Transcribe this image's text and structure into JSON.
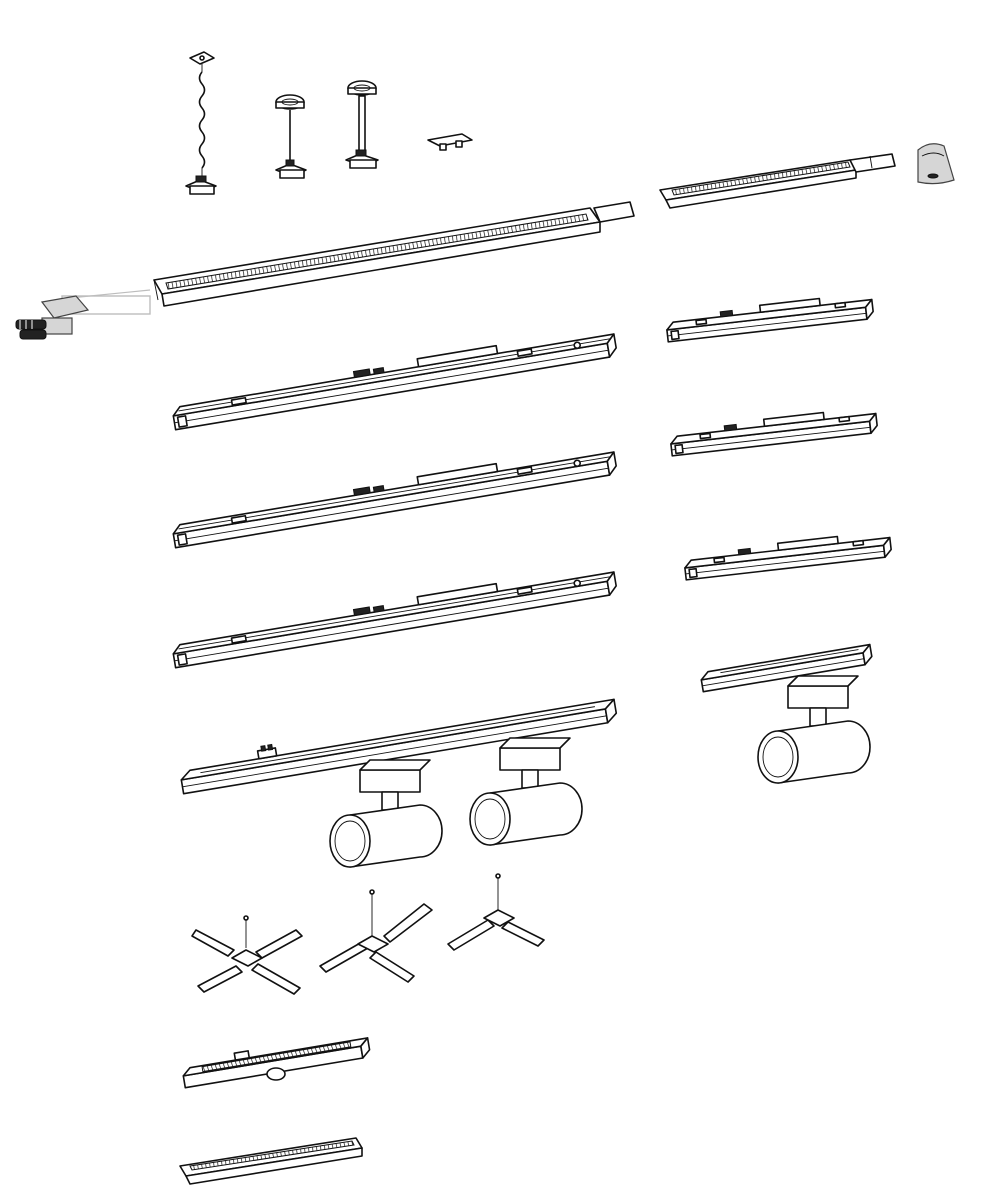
{
  "colors": {
    "stroke": "#111111",
    "background": "#ffffff",
    "ghost": "#bdbdbd"
  },
  "parts": [
    {
      "name": "chain-suspension",
      "icon": "chain-hanger-icon"
    },
    {
      "name": "rod-suspension-short",
      "icon": "rod-hanger-icon"
    },
    {
      "name": "rod-suspension-long",
      "icon": "rod-hanger-icon"
    },
    {
      "name": "surface-clip",
      "icon": "clip-icon"
    },
    {
      "name": "rail-segment-short",
      "icon": "rail-icon"
    },
    {
      "name": "end-cap",
      "icon": "end-cap-icon"
    },
    {
      "name": "rail-long",
      "icon": "rail-icon"
    },
    {
      "name": "power-feed-connector",
      "icon": "connector-icon"
    },
    {
      "name": "led-module-long",
      "icon": "led-module-icon"
    },
    {
      "name": "led-module-short",
      "icon": "led-module-icon"
    },
    {
      "name": "track-adapter-double-spot",
      "icon": "spotlight-icon"
    },
    {
      "name": "track-adapter-single-spot",
      "icon": "spotlight-icon"
    },
    {
      "name": "x-connector",
      "icon": "cross-connector-icon"
    },
    {
      "name": "t-connector",
      "icon": "tee-connector-icon"
    },
    {
      "name": "l-connector",
      "icon": "corner-connector-icon"
    },
    {
      "name": "sensor-module",
      "icon": "sensor-icon"
    },
    {
      "name": "blank-cover",
      "icon": "cover-icon"
    }
  ]
}
